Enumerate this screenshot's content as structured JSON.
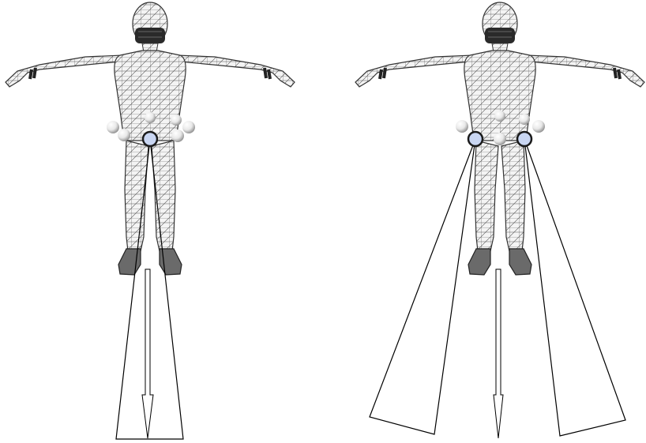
{
  "figures": [
    {
      "id": "left",
      "variant": "single-center-joint",
      "selected_joints": 1,
      "unselected_spheres": 6,
      "cones": 1
    },
    {
      "id": "right",
      "variant": "two-hip-joints",
      "selected_joints": 2,
      "unselected_spheres": 5,
      "cones": 2
    }
  ],
  "colors": {
    "mesh_fill": "#f2f2f2",
    "mesh_line": "#3a3a3a",
    "selected_joint_fill": "#c9d6f2",
    "selected_joint_stroke": "#1a1a1a",
    "cone_stroke": "#000000",
    "background": "#ffffff"
  },
  "icons": [
    "wireframe-humanoid",
    "joint-sphere",
    "force-arrow",
    "influence-cone"
  ]
}
